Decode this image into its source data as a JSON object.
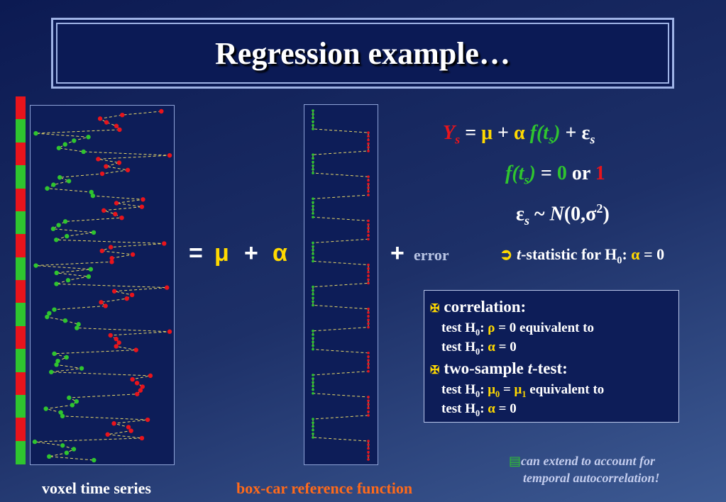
{
  "slide": {
    "title": "Regression example…",
    "colors": {
      "red": "#e8141c",
      "green": "#2fc52f",
      "yellow": "#ffd900",
      "orange": "#ff6a1a"
    }
  },
  "equation": {
    "eq_sign": "=",
    "mu": "μ",
    "plus1": "+",
    "alpha": "α",
    "plus2": "+",
    "error": "error"
  },
  "model": {
    "line1": {
      "Y": "Y",
      "Y_sub": "s",
      "eq": " = ",
      "mu": "μ",
      "plus": " + ",
      "alpha": "α",
      "f": "f(t",
      "f_sub": "s",
      "f_close": ")",
      "plus2": " + ε",
      "eps_sub": "s"
    },
    "line2": {
      "f": "f(t",
      "f_sub": "s",
      "f_close": ")",
      "eq": " = ",
      "zero": "0",
      "or": " or ",
      "one": "1"
    },
    "line3": {
      "eps": "ε",
      "eps_sub": "s",
      "dist": " ~ ",
      "N": "N",
      "args": "(0,σ",
      "sup": "2",
      "close": ")"
    }
  },
  "tstat": {
    "arrow": "➲",
    "t": "t",
    "text": "-statistic for H",
    "sub": "0",
    "colon": ": ",
    "alpha": "α",
    "rest": " = 0"
  },
  "box": {
    "bullet": "✠",
    "corr_title": "correlation:",
    "corr_l1_pre": "test H",
    "corr_l1_sub": "0",
    "corr_l1_colon": ": ",
    "corr_l1_rho": "ρ",
    "corr_l1_rest": " = 0 equivalent to",
    "corr_l2_pre": "test H",
    "corr_l2_sub": "0",
    "corr_l2_colon": ": ",
    "corr_l2_alpha": "α",
    "corr_l2_rest": " = 0",
    "ts_title_pre": "two-sample ",
    "ts_title_t": "t",
    "ts_title_post": "-test:",
    "ts_l1_pre": "test H",
    "ts_l1_sub": "0",
    "ts_l1_colon": ": ",
    "ts_l1_mu0": "μ",
    "ts_l1_mu0_sub": "0",
    "ts_l1_eq": " = ",
    "ts_l1_mu1": "μ",
    "ts_l1_mu1_sub": "1",
    "ts_l1_rest": " equivalent to",
    "ts_l2_pre": "test H",
    "ts_l2_sub": "0",
    "ts_l2_colon": ": ",
    "ts_l2_alpha": "α",
    "ts_l2_rest": " = 0"
  },
  "note": {
    "icon": "▤",
    "line1": "can extend to account for",
    "line2": "temporal autocorrelation!"
  },
  "captions": {
    "voxel": "voxel time series",
    "boxcar": "box-car reference function"
  },
  "stripe_pattern": [
    "red",
    "green",
    "red",
    "green",
    "red",
    "green",
    "red",
    "green",
    "red",
    "green",
    "red",
    "green",
    "red",
    "green",
    "red",
    "green"
  ]
}
